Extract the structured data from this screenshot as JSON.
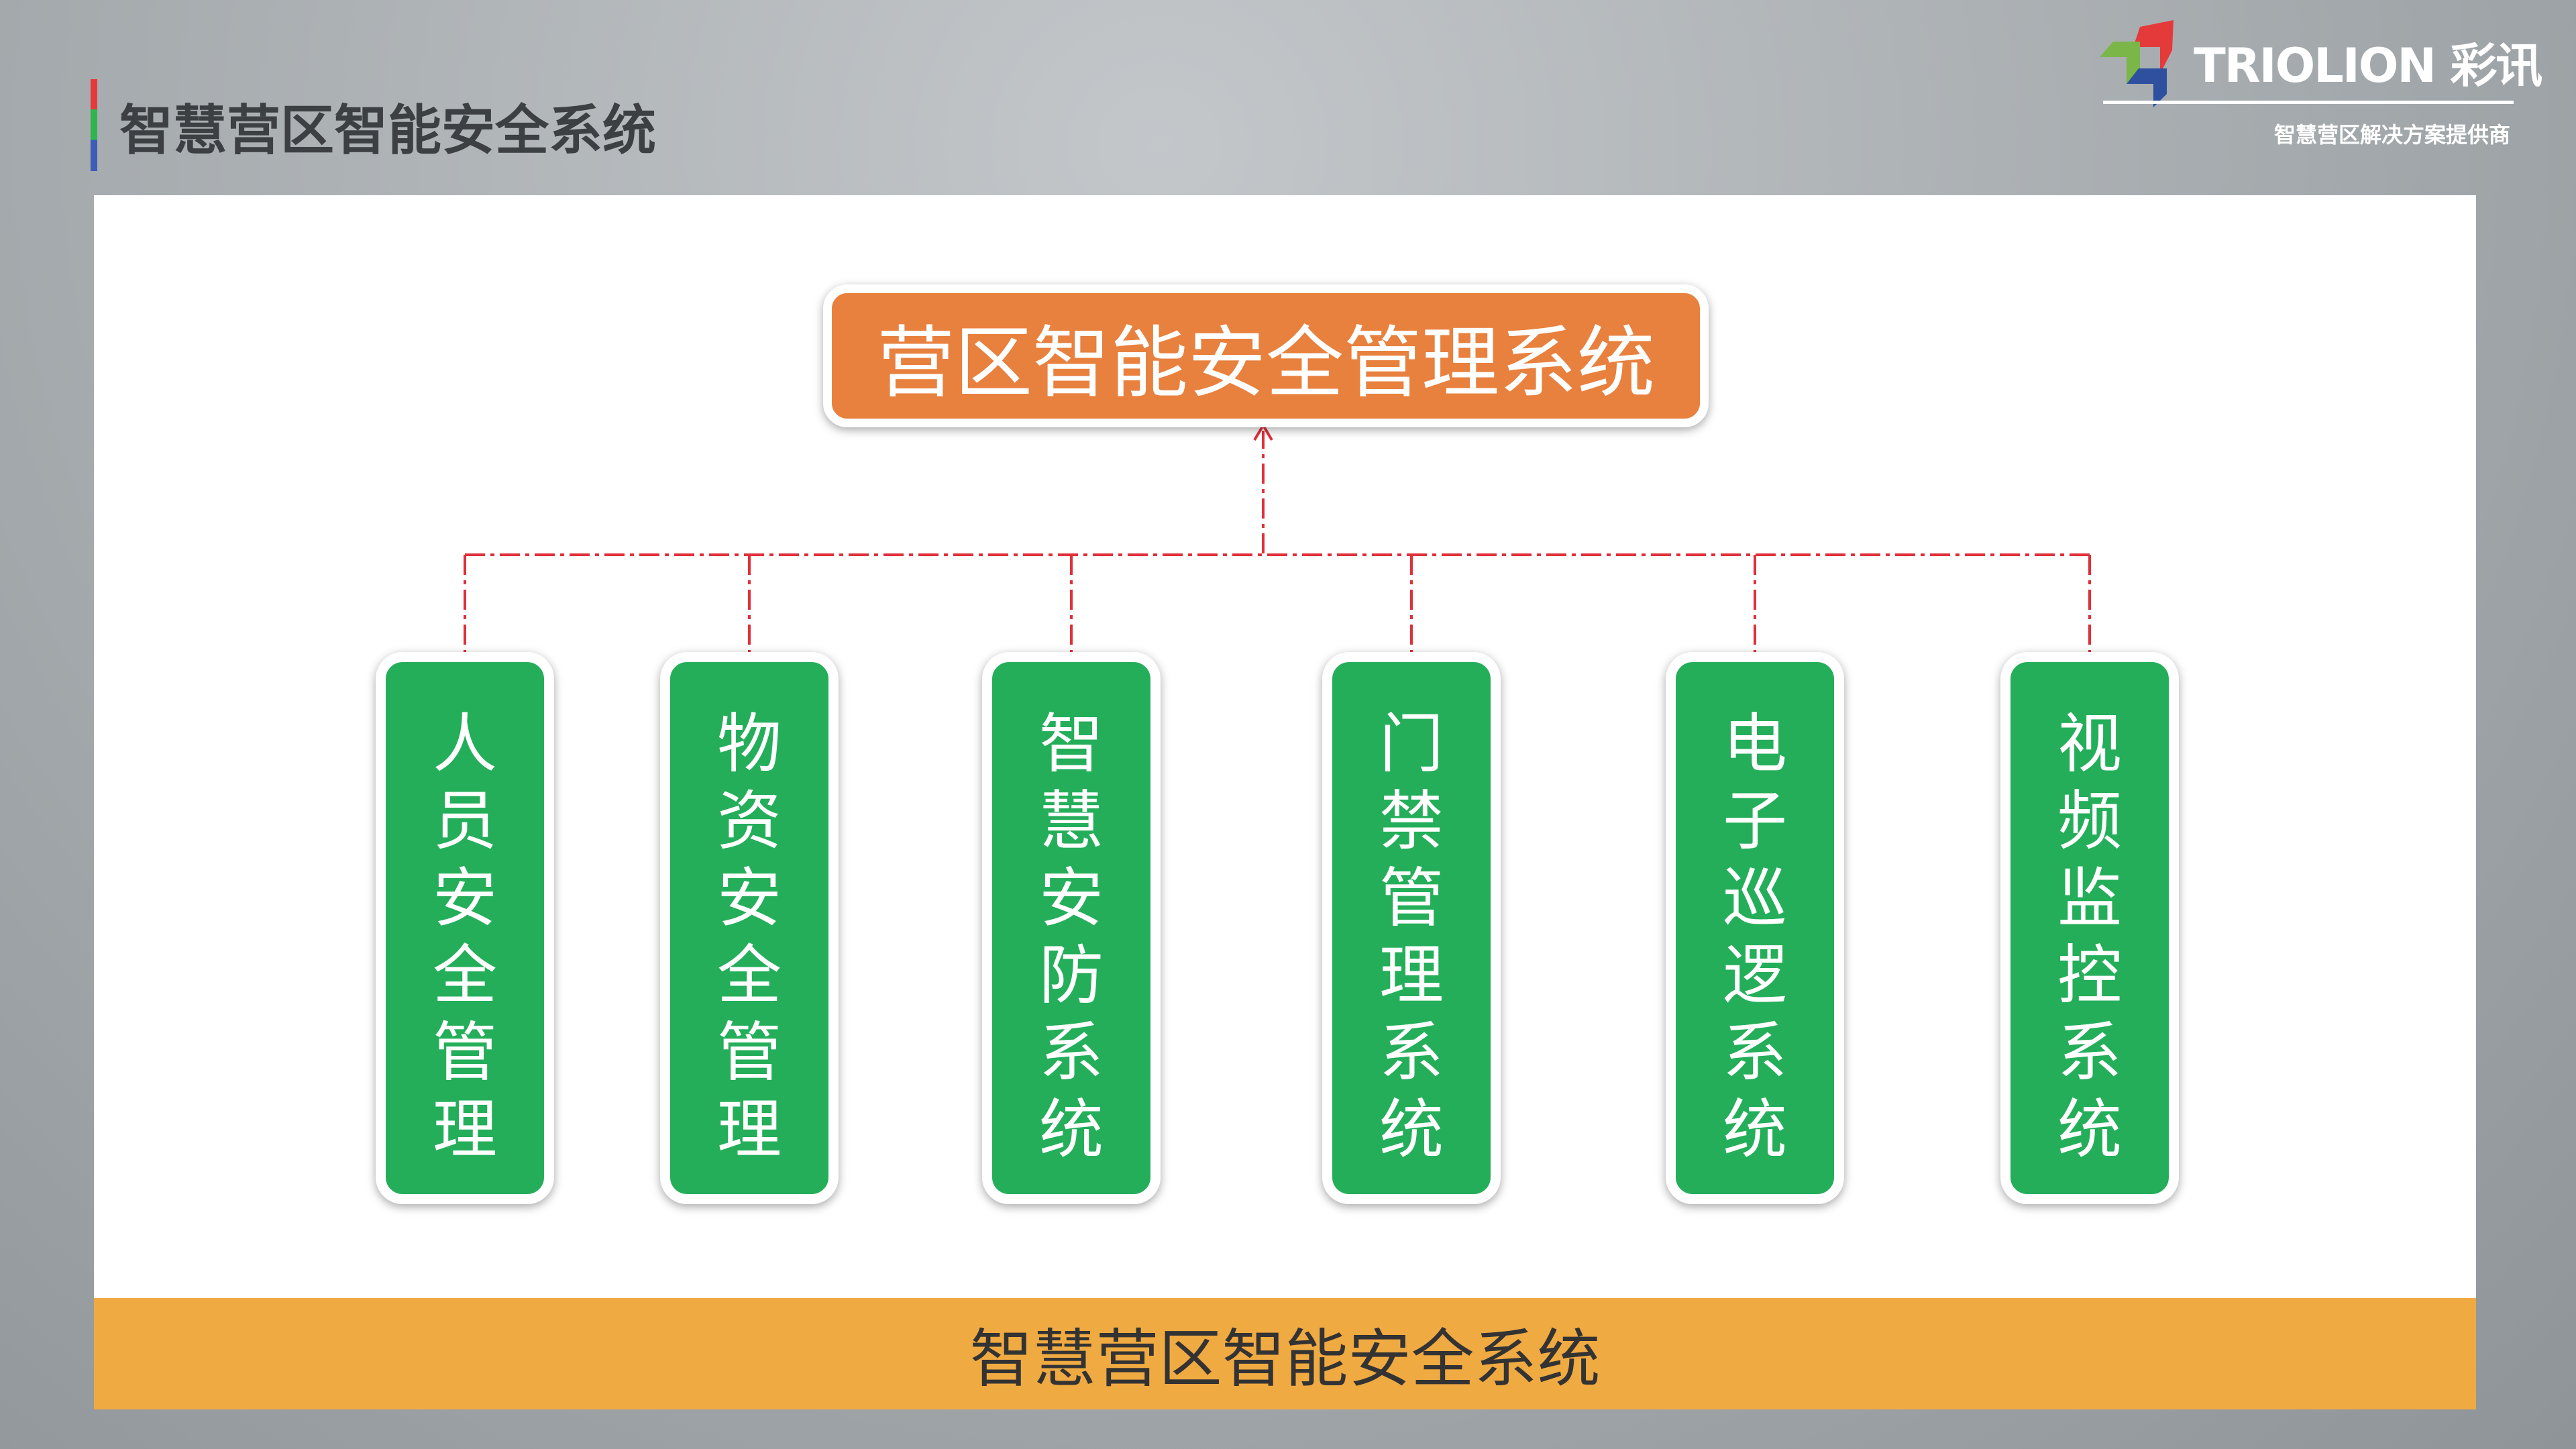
{
  "header": {
    "title": "智慧营区智能安全系统"
  },
  "logo": {
    "brand": "TRIOLION 彩讯",
    "tagline": "智慧营区解决方案提供商"
  },
  "diagram": {
    "root": "营区智能安全管理系统",
    "children": [
      "人员安全管理",
      "物资安全管理",
      "智慧安防系统",
      "门禁管理系统",
      "电子巡逻系统",
      "视频监控系统"
    ]
  },
  "footer": {
    "label": "智慧营区智能安全系统"
  },
  "colors": {
    "root": "#e8803e",
    "child": "#24ae5a",
    "connector": "#e0303a",
    "footer": "#f0aa42"
  }
}
